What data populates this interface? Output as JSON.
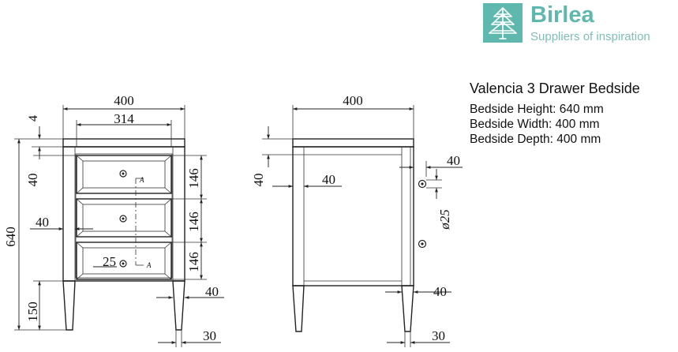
{
  "logo": {
    "brand": "Birlea",
    "tagline": "Suppliers of inspiration",
    "colors": {
      "brand": "#5fb8ad",
      "tagline": "#7fbfb6"
    },
    "icon": "tree-icon"
  },
  "specs": {
    "title": "Valencia 3 Drawer Bedside",
    "lines": [
      "Bedside Height: 640 mm",
      "Bedside Width: 400 mm",
      "Bedside Depth: 400 mm"
    ]
  },
  "front_view": {
    "overall_width": "400",
    "inner_width": "314",
    "top_thickness": "4",
    "overall_height": "640",
    "apron": "40",
    "side_inset": "40",
    "drawer_heights": [
      "146",
      "146",
      "146"
    ],
    "handle_gap": "25",
    "section_marks": [
      "A",
      "A"
    ],
    "leg_height": "150",
    "leg_inset": "40",
    "leg_width": "30"
  },
  "side_view": {
    "overall_depth": "400",
    "apron": "40",
    "rail": "40",
    "knob_depth": "40",
    "knob_diameter": "ø25",
    "leg_inset": "40",
    "leg_width": "30"
  }
}
